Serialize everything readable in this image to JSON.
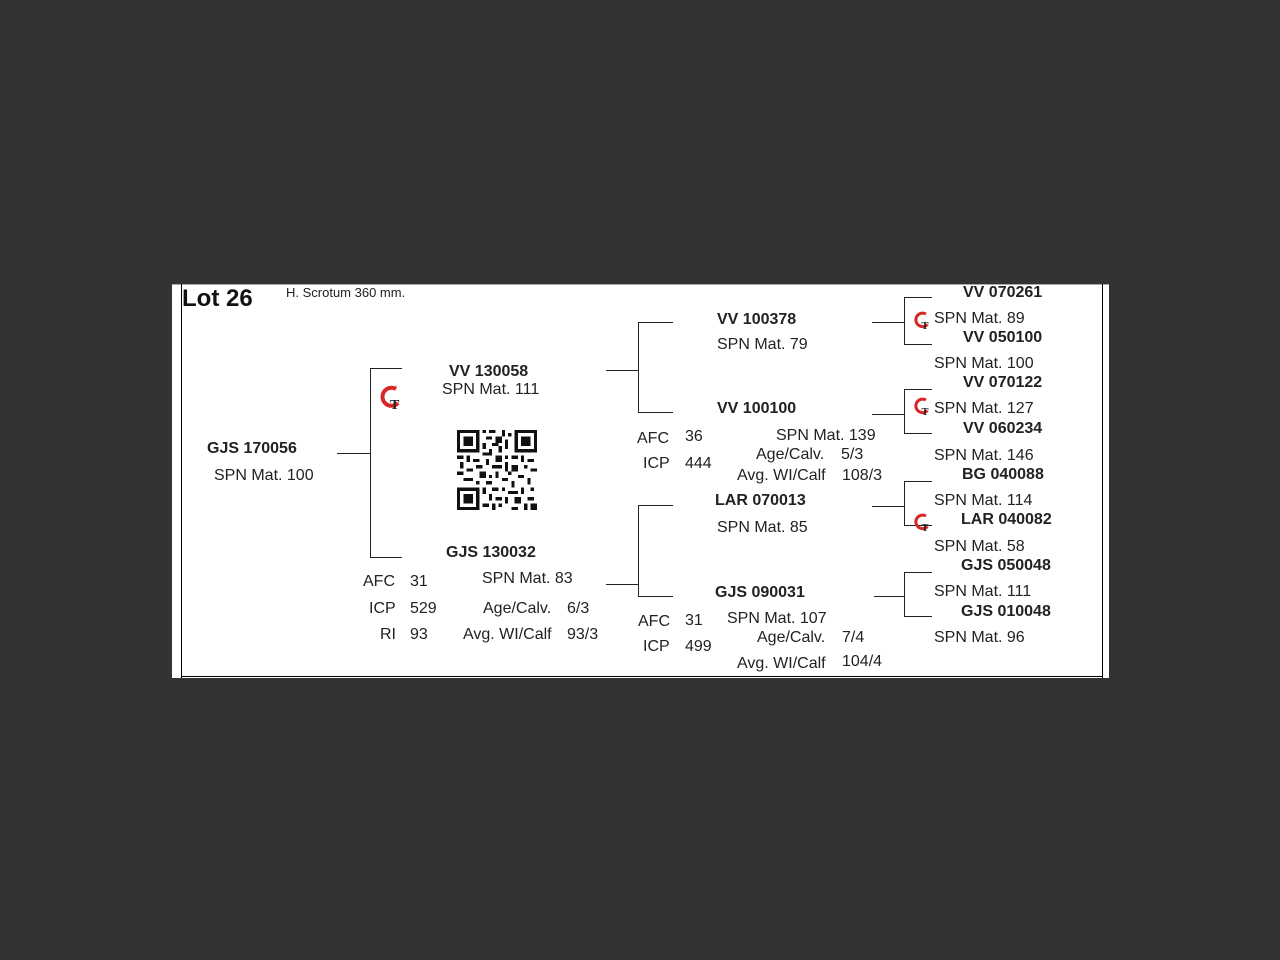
{
  "lot": {
    "title": "Lot 26",
    "note": "H. Scrotum 360 mm."
  },
  "animal": {
    "id": "GJS 170056",
    "spn": "SPN Mat. 100"
  },
  "sire": {
    "id": "VV  130058",
    "spn": "SPN Mat. 111"
  },
  "dam": {
    "id": "GJS 130032",
    "spn": "SPN Mat. 83",
    "afc_label": "AFC",
    "afc": "31",
    "icp_label": "ICP",
    "icp": "529",
    "ri_label": "RI",
    "ri": "93",
    "age_label": "Age/Calv.",
    "age": "6/3",
    "wi_label": "Avg. WI/Calf",
    "wi": "93/3"
  },
  "gen2": {
    "ss": {
      "id": "VV  100378",
      "spn": "SPN Mat. 79"
    },
    "sd": {
      "id": "VV  100100",
      "spn": "SPN Mat. 139",
      "afc_label": "AFC",
      "afc": "36",
      "icp_label": "ICP",
      "icp": "444",
      "age_label": "Age/Calv.",
      "age": "5/3",
      "wi_label": "Avg. WI/Calf",
      "wi": "108/3"
    },
    "ds": {
      "id": "LAR 070013",
      "spn": "SPN Mat. 85"
    },
    "dd": {
      "id": "GJS 090031",
      "spn": "SPN Mat. 107",
      "afc_label": "AFC",
      "afc": "31",
      "icp_label": "ICP",
      "icp": "499",
      "age_label": "Age/Calv.",
      "age": "7/4",
      "wi_label": "Avg. WI/Calf",
      "wi": "104/4"
    }
  },
  "gen3": [
    {
      "id": "VV  070261",
      "spn": "SPN Mat. 89"
    },
    {
      "id": "VV  050100",
      "spn": "SPN Mat. 100"
    },
    {
      "id": "VV  070122",
      "spn": "SPN Mat. 127"
    },
    {
      "id": "VV  060234",
      "spn": "SPN Mat. 146"
    },
    {
      "id": "BG  040088",
      "spn": "SPN Mat. 114"
    },
    {
      "id": "LAR 040082",
      "spn": "SPN Mat. 58"
    },
    {
      "id": "GJS 050048",
      "spn": "SPN Mat. 111"
    },
    {
      "id": "GJS 010048",
      "spn": "SPN Mat. 96"
    }
  ],
  "colors": {
    "logo_red": "#d62828",
    "background": "#333333"
  },
  "icons": {
    "logo": "gt-logo-icon",
    "qr": "qr-code-icon"
  }
}
